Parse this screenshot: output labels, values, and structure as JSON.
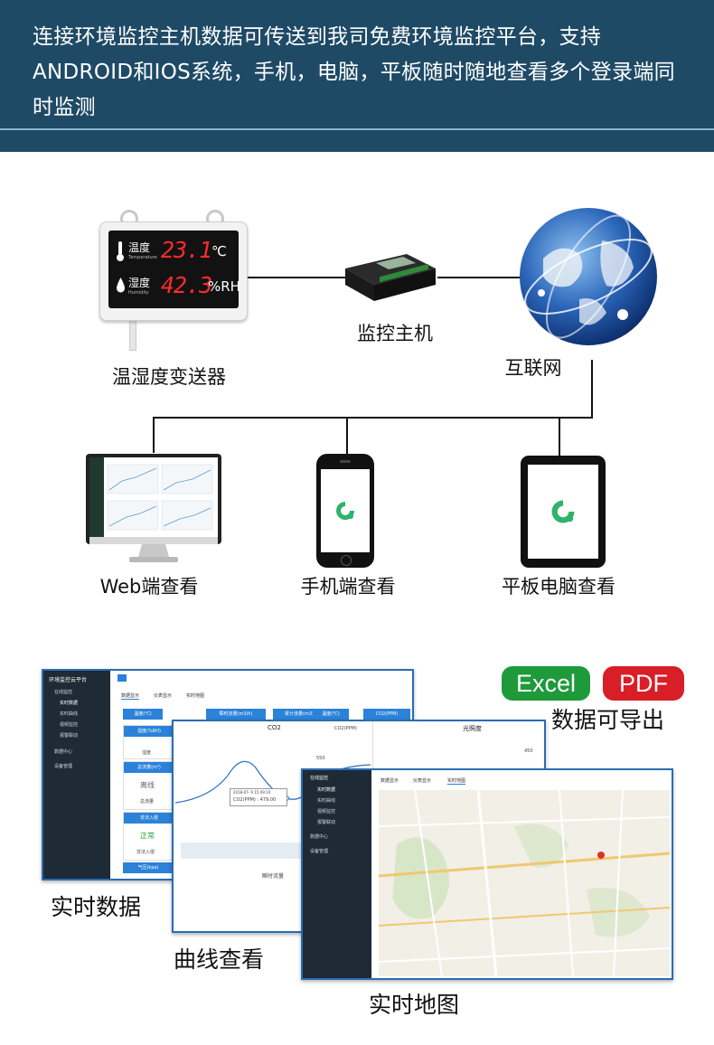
{
  "header": {
    "text": "连接环境监控主机数据可传送到我司免费环境监控平台，支持ANDROID和IOS系统，手机，电脑，平板随时随地查看多个登录端同时监测"
  },
  "devices": {
    "sensor": {
      "label": "温湿度变送器",
      "temp_name": "温度",
      "temp_sub": "Temperature",
      "temp_value": "23.1",
      "temp_unit": "℃",
      "hum_name": "湿度",
      "hum_sub": "Humidity",
      "hum_value": "42.3",
      "hum_unit": "%RH"
    },
    "host": {
      "label": "监控主机"
    },
    "internet": {
      "label": "互联网"
    },
    "web": {
      "label": "Web端查看"
    },
    "mobile": {
      "label": "手机端查看"
    },
    "tablet": {
      "label": "平板电脑查看"
    }
  },
  "export": {
    "excel": "Excel",
    "pdf": "PDF",
    "caption": "数据可导出",
    "excel_color": "#1e9a3a",
    "pdf_color": "#d81e26"
  },
  "screens": {
    "realtime": {
      "caption": "实时数据",
      "platform_title": "环境监控云平台",
      "side_items": [
        "在线监控",
        "实时数据",
        "实时曲线",
        "视频监控",
        "报警联动",
        "数据中心",
        "设备管理"
      ],
      "tabs": [
        "数据显示",
        "仪表显示",
        "实时地图"
      ],
      "columns": [
        "温度(℃)",
        "瞬时流量(m3/h)",
        "累计流量(m3)",
        "温度(℃)",
        "CO2(PPM)"
      ],
      "cards": [
        {
          "title": "湿度(%RH)",
          "value": "",
          "foot": "湿度"
        },
        {
          "title": "总流量(m³)",
          "value": "离线",
          "foot": "总流量"
        },
        {
          "title": "非法入侵",
          "value": "正常",
          "foot": "非法入侵"
        },
        {
          "title": "气压(kpa)",
          "value": "",
          "foot": ""
        }
      ]
    },
    "curve": {
      "caption": "曲线查看",
      "chart1_title": "CO2",
      "legend": "CO2(PPM)",
      "chart2_title": "光照度",
      "tooltip_time": "2018-07- 9 15:49:10",
      "tooltip_value": "CO2(PPM) : 479.00",
      "y_label_1": "550",
      "y_label_2": "450",
      "bottom_title": "瞬时流量"
    },
    "map": {
      "caption": "实时地图",
      "side_items": [
        "在线监控",
        "实时数据",
        "实时曲线",
        "视频监控",
        "报警联动",
        "数据中心",
        "设备管理"
      ],
      "tabs": [
        "数据显示",
        "仪表显示",
        "实时地图"
      ]
    }
  }
}
